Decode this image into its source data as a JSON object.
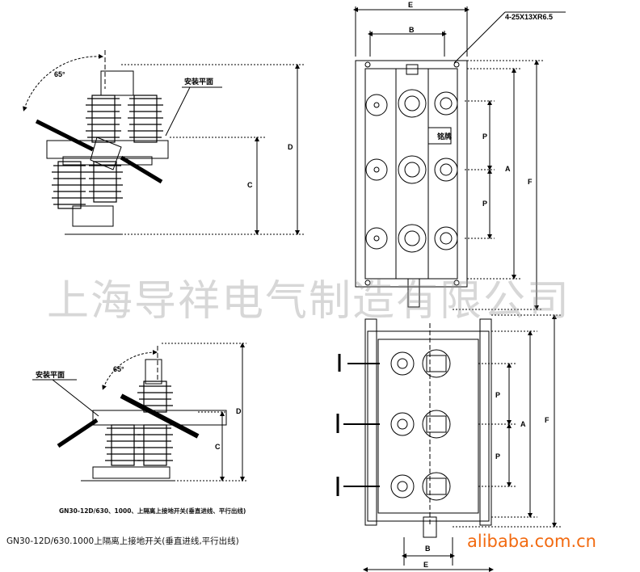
{
  "colors": {
    "line": "#000000",
    "accent_dim": "#f26a10",
    "watermark": "#999999"
  },
  "watermark": {
    "text": "上海导祥电气制造有限公司"
  },
  "brand": {
    "text": "alibaba.com.cn"
  },
  "captions": {
    "bottom": "GN30-12D/630.1000上隔离上接地开关(垂直进线,平行出线)",
    "mid": "GN30-12D/630、1000、上隔离上接地开关(垂直进线、平行出线)"
  },
  "top_left": {
    "angle": "65°",
    "mount_label": "安装平面",
    "dim_c": "C",
    "dim_d": "D"
  },
  "top_right": {
    "dim_e": "E",
    "dim_b": "B",
    "hole_spec": "4-25X13XR6.5",
    "dim_p1": "P",
    "dim_p2": "P",
    "dim_a": "A",
    "dim_f": "F",
    "plate": "铭牌"
  },
  "bottom_left": {
    "angle": "65°",
    "mount_label": "安装平面",
    "dim_c": "C",
    "dim_d": "D"
  },
  "bottom_right": {
    "dim_p1": "P",
    "dim_p2": "P",
    "dim_a": "A",
    "dim_f": "F",
    "dim_b": "B",
    "dim_e": "E"
  }
}
